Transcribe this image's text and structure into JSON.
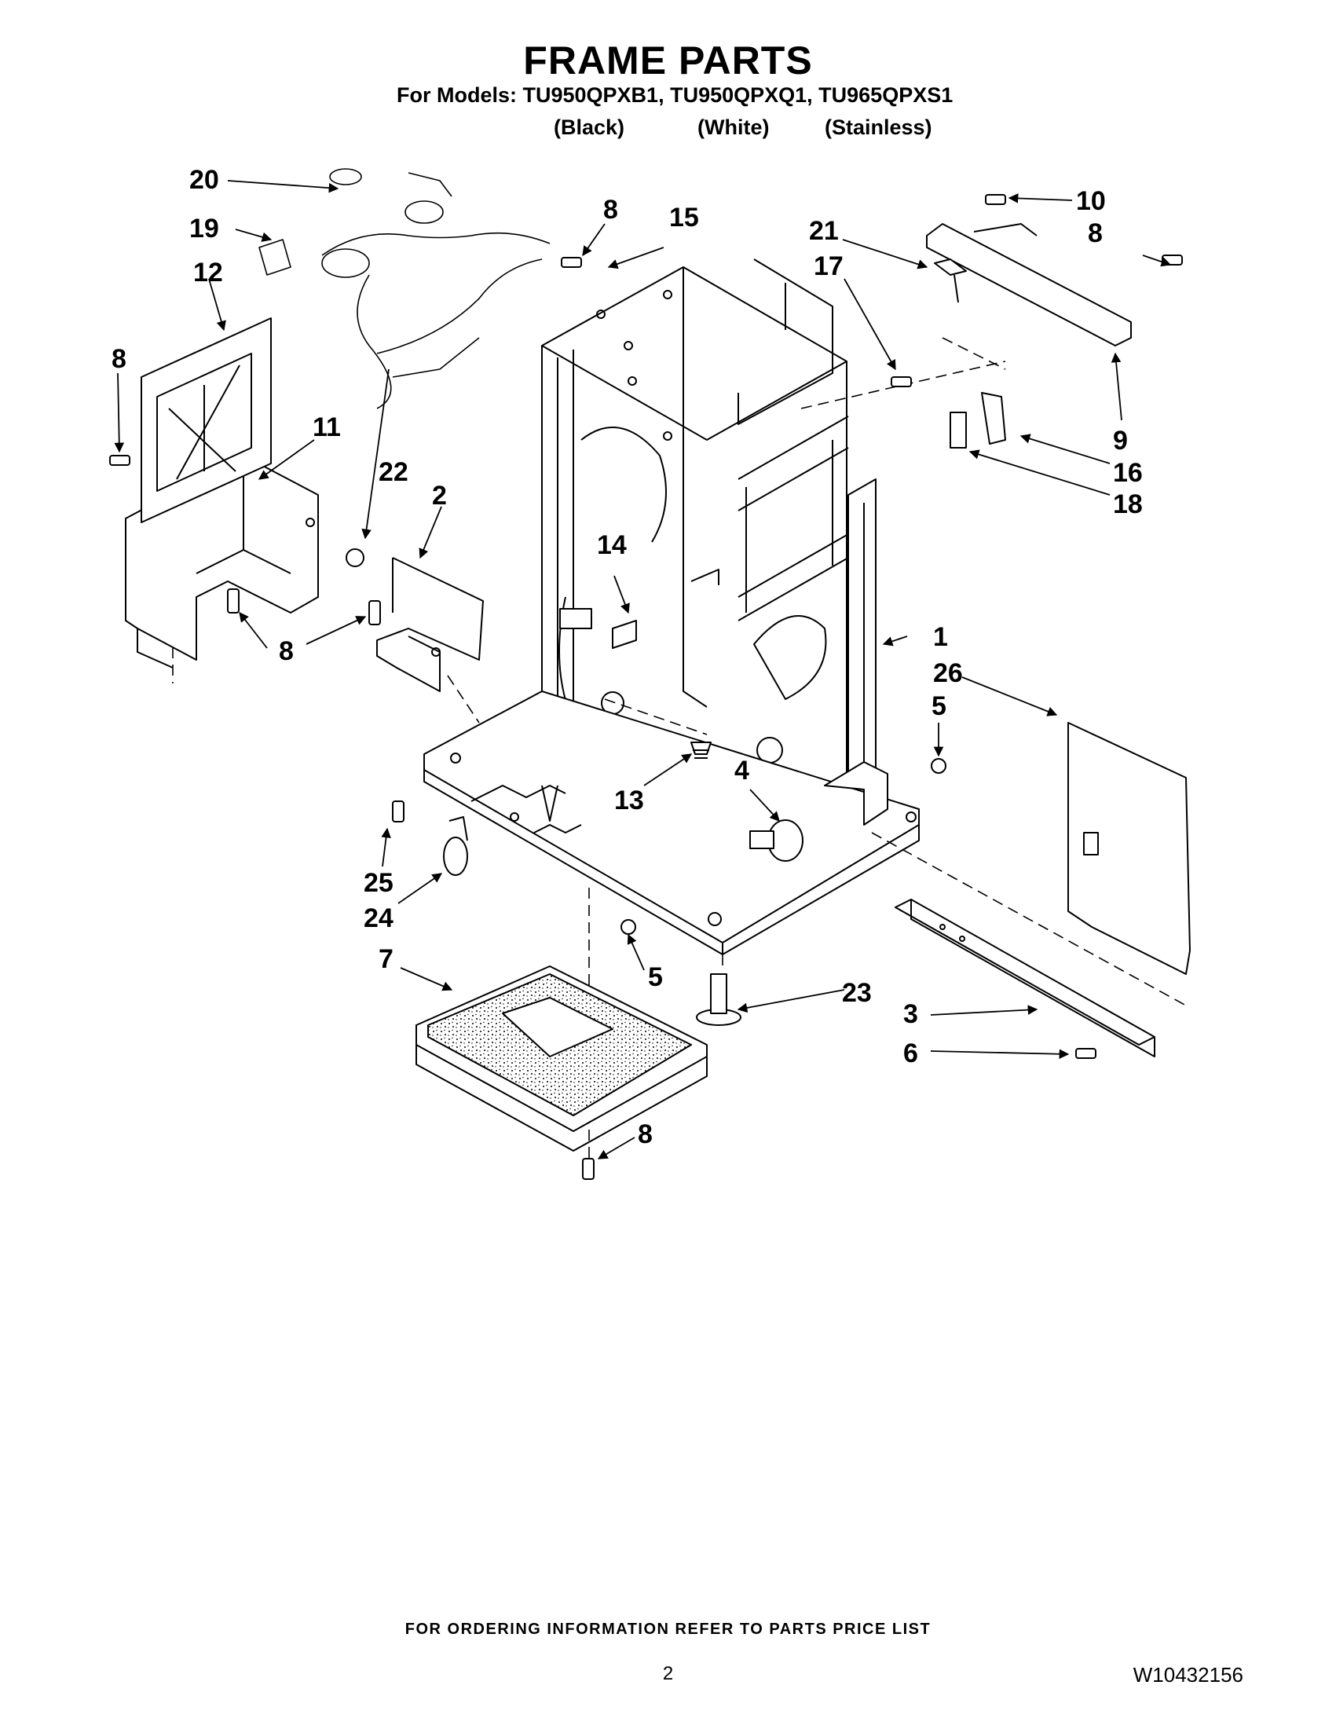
{
  "header": {
    "title": "FRAME PARTS",
    "models_line": "For Models: TU950QPXB1, TU950QPXQ1, TU965QPXS1",
    "colors": [
      "(Black)",
      "(White)",
      "(Stainless)"
    ]
  },
  "callouts": [
    "20",
    "19",
    "12",
    "8",
    "11",
    "22",
    "2",
    "8",
    "8",
    "15",
    "21",
    "17",
    "10",
    "8",
    "9",
    "16",
    "18",
    "14",
    "1",
    "26",
    "5",
    "13",
    "4",
    "25",
    "24",
    "7",
    "5",
    "23",
    "3",
    "6",
    "8"
  ],
  "footer": {
    "note": "FOR ORDERING INFORMATION REFER TO PARTS PRICE LIST",
    "page_number": "2",
    "doc_number": "W10432156"
  }
}
